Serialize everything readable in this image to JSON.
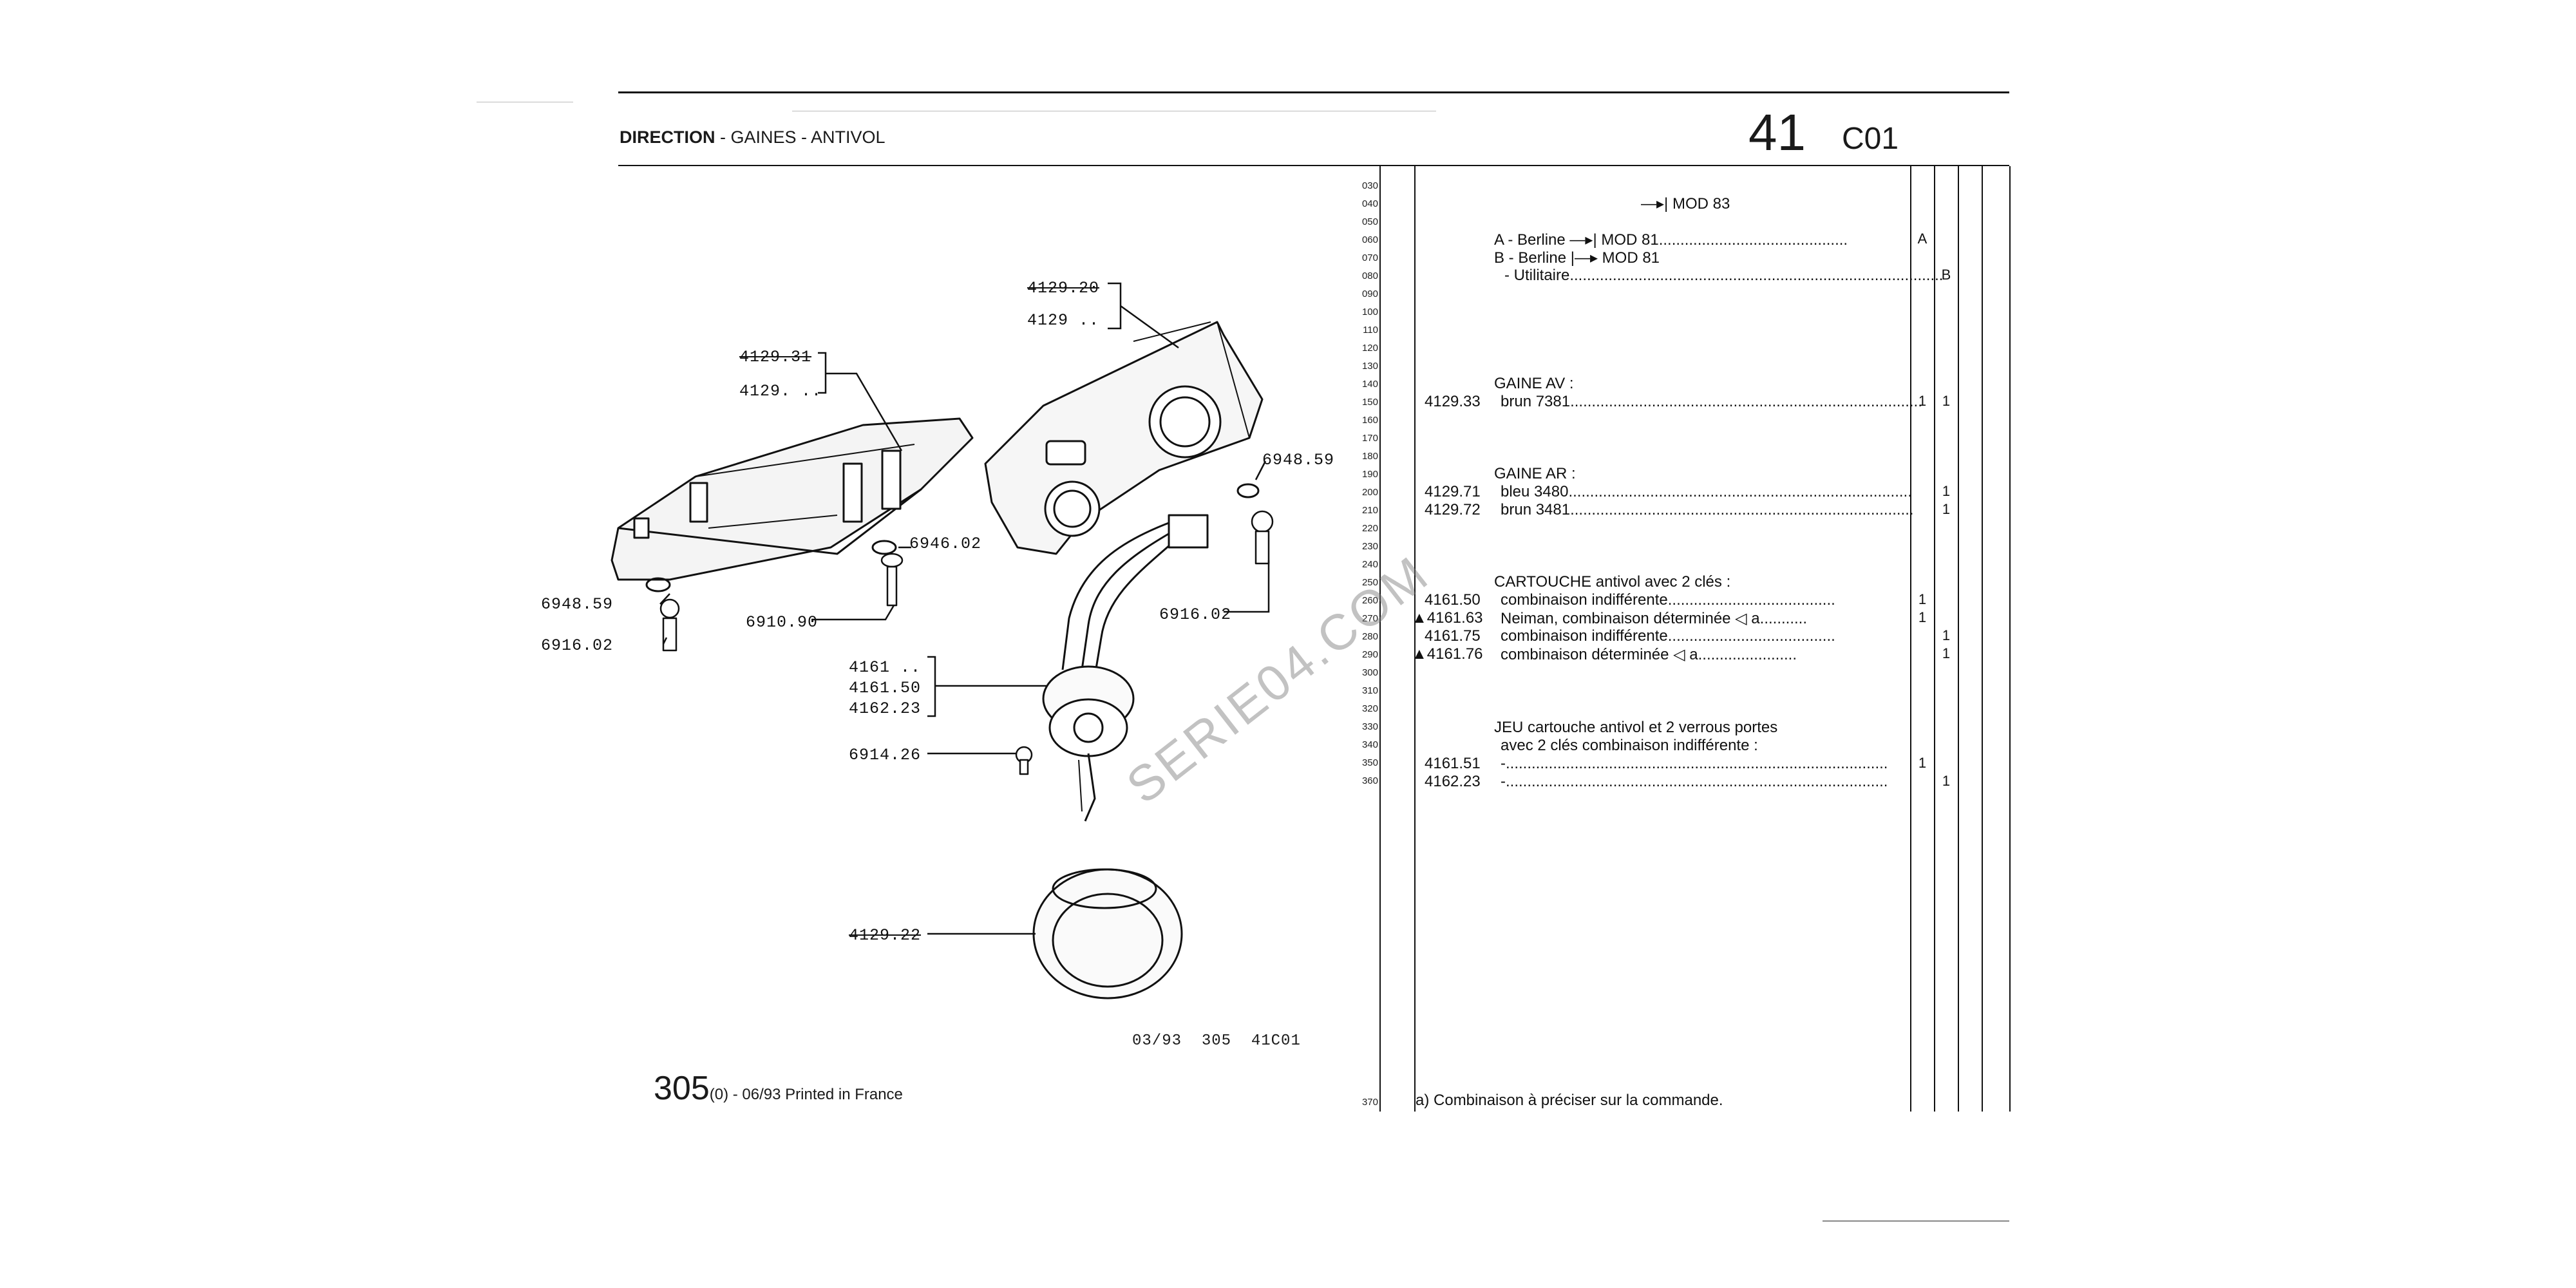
{
  "header": {
    "title_main": "DIRECTION",
    "title_sep": " - ",
    "title_sub": "GAINES - ANTIVOL",
    "group_number": "41",
    "section_code": "C01"
  },
  "diagram": {
    "labels": {
      "l4129_20": "4129.20",
      "l4129": "4129 ..",
      "l4129_31": "4129.31",
      "l4129b": "4129. ..",
      "l6948_59_right": "6948.59",
      "l6946_02": "6946.02",
      "l6948_59_left": "6948.59",
      "l6910_90": "6910.90",
      "l6916_02_left": "6916.02",
      "l6916_02_right": "6916.02",
      "l4161": "4161 ..",
      "l4161_50": "4161.50",
      "l4162_23": "4162.23",
      "l6914_26": "6914.26",
      "l4129_22": "4129.22"
    },
    "watermark": "SERIE04.COM",
    "drawing_ref": "03/93  305  41C01"
  },
  "footer": {
    "model": "305",
    "edition": "(0) - 06/93 Printed in France",
    "note_line": "370",
    "note": "a) Combinaison à préciser sur la commande."
  },
  "line_numbers": [
    "030",
    "040",
    "050",
    "060",
    "070",
    "080",
    "090",
    "100",
    "110",
    "120",
    "130",
    "140",
    "150",
    "160",
    "170",
    "180",
    "190",
    "200",
    "210",
    "220",
    "230",
    "240",
    "250",
    "260",
    "270",
    "280",
    "290",
    "300",
    "310",
    "320",
    "330",
    "340",
    "350",
    "360"
  ],
  "parts": {
    "mod": "MOD 83",
    "berline_a": "A - Berline",
    "berline_a_mod": "MOD 81",
    "berline_b": "B - Berline",
    "berline_b_mod": "MOD 81",
    "utilitaire": "- Utilitaire",
    "col_a": "A",
    "col_b": "B",
    "gaine_av": "GAINE AV :",
    "gaine_ar": "GAINE AR :",
    "cartouche": "CARTOUCHE antivol avec 2 clés :",
    "jeu_1": "JEU cartouche antivol et 2 verrous portes",
    "jeu_2": "avec 2 clés combinaison indifférente :",
    "rows": [
      {
        "ref": "4129.33",
        "desc": "brun 7381",
        "qa": "1",
        "qb": "1"
      },
      {
        "ref": "4129.71",
        "desc": "bleu 3480",
        "qa": "",
        "qb": "1"
      },
      {
        "ref": "4129.72",
        "desc": "brun 3481",
        "qa": "",
        "qb": "1"
      },
      {
        "ref": "4161.50",
        "desc": "combinaison indifférente",
        "qa": "1",
        "qb": ""
      },
      {
        "ref": "4161.63",
        "desc": "Neiman,  combinaison déterminée  ◁ a",
        "qa": "1",
        "qb": ""
      },
      {
        "ref": "4161.75",
        "desc": "combinaison indifférente",
        "qa": "",
        "qb": "1"
      },
      {
        "ref": "4161.76",
        "desc": "combinaison déterminée  ◁ a",
        "qa": "",
        "qb": "1"
      },
      {
        "ref": "4161.51",
        "desc": "-",
        "qa": "1",
        "qb": ""
      },
      {
        "ref": "4162.23",
        "desc": "-",
        "qa": "",
        "qb": "1"
      }
    ]
  }
}
